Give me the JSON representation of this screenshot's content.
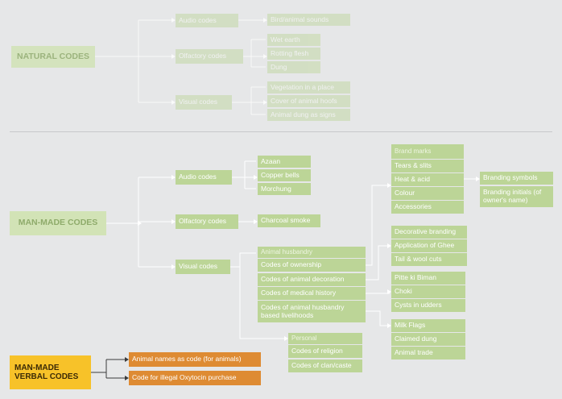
{
  "nodes": [
    {
      "id": "natural",
      "text": "NATURAL CODES",
      "kind": "root",
      "faded": true
    },
    {
      "id": "nat_audio",
      "text": "Audio codes",
      "faded": true
    },
    {
      "id": "nat_audio_1",
      "text": "Bird/animal sounds",
      "faded": true
    },
    {
      "id": "nat_olf",
      "text": "Olfactory codes",
      "faded": true
    },
    {
      "id": "nat_olf_1",
      "text": "Wet earth",
      "faded": true
    },
    {
      "id": "nat_olf_2",
      "text": "Rotting flesh",
      "faded": true
    },
    {
      "id": "nat_olf_3",
      "text": "Dung",
      "faded": true
    },
    {
      "id": "nat_vis",
      "text": "Visual codes",
      "faded": true
    },
    {
      "id": "nat_vis_1",
      "text": "Vegetation in a place",
      "faded": true
    },
    {
      "id": "nat_vis_2",
      "text": "Cover of animal hoofs",
      "faded": true
    },
    {
      "id": "nat_vis_3",
      "text": "Animal dung as signs",
      "faded": true
    },
    {
      "id": "manmade",
      "text": "MAN-MADE CODES",
      "kind": "root"
    },
    {
      "id": "mm_audio",
      "text": "Audio codes"
    },
    {
      "id": "azaan",
      "text": "Azaan"
    },
    {
      "id": "copper",
      "text": "Copper bells"
    },
    {
      "id": "morchung",
      "text": "Morchung"
    },
    {
      "id": "mm_olf",
      "text": "Olfactory codes"
    },
    {
      "id": "charcoal",
      "text": "Charcoal smoke"
    },
    {
      "id": "mm_vis",
      "text": "Visual codes"
    },
    {
      "id": "ah_head",
      "text": "Animal husbandry",
      "kind": "head"
    },
    {
      "id": "ah_own",
      "text": "Codes of ownership"
    },
    {
      "id": "ah_dec",
      "text": "Codes of animal decoration"
    },
    {
      "id": "ah_med",
      "text": "Codes of medical history"
    },
    {
      "id": "ah_live",
      "text": "Codes of animal husbandry based livelihoods",
      "wrap": true
    },
    {
      "id": "pers_head",
      "text": "Personal",
      "kind": "head"
    },
    {
      "id": "religion",
      "text": "Codes of religion"
    },
    {
      "id": "clan",
      "text": "Codes of clan/caste"
    },
    {
      "id": "brand_head",
      "text": "Brand marks",
      "kind": "head"
    },
    {
      "id": "tears",
      "text": "Tears & slits"
    },
    {
      "id": "heat",
      "text": "Heat & acid"
    },
    {
      "id": "colour",
      "text": "Colour"
    },
    {
      "id": "access",
      "text": "Accessories"
    },
    {
      "id": "brand_sym",
      "text": "Branding symbols"
    },
    {
      "id": "brand_init",
      "text": "Branding initials (of owner's name)",
      "wrap": true
    },
    {
      "id": "deco",
      "text": "Decorative branding"
    },
    {
      "id": "ghee",
      "text": "Application of Ghee"
    },
    {
      "id": "tail",
      "text": "Tail & wool cuts"
    },
    {
      "id": "pitte",
      "text": "Pitte ki Biman"
    },
    {
      "id": "choki",
      "text": "Choki"
    },
    {
      "id": "cysts",
      "text": "Cysts in udders"
    },
    {
      "id": "milk",
      "text": "Milk Flags"
    },
    {
      "id": "dung",
      "text": "Claimed dung"
    },
    {
      "id": "trade",
      "text": "Animal trade"
    },
    {
      "id": "verbal",
      "text": "MAN-MADE VERBAL CODES",
      "kind": "verbal-root"
    },
    {
      "id": "v_names",
      "text": "Animal names as code (for animals)",
      "kind": "verbal"
    },
    {
      "id": "v_oxy",
      "text": "Code for illegal Oxytocin purchase",
      "kind": "verbal"
    }
  ],
  "colors": {
    "background": "#e6e7e8",
    "node_green": "#bcd597",
    "root_green": "#d2e3b6",
    "connector": "#ffffff",
    "verbal_yellow": "#f7c229",
    "verbal_orange": "#de8b33"
  }
}
